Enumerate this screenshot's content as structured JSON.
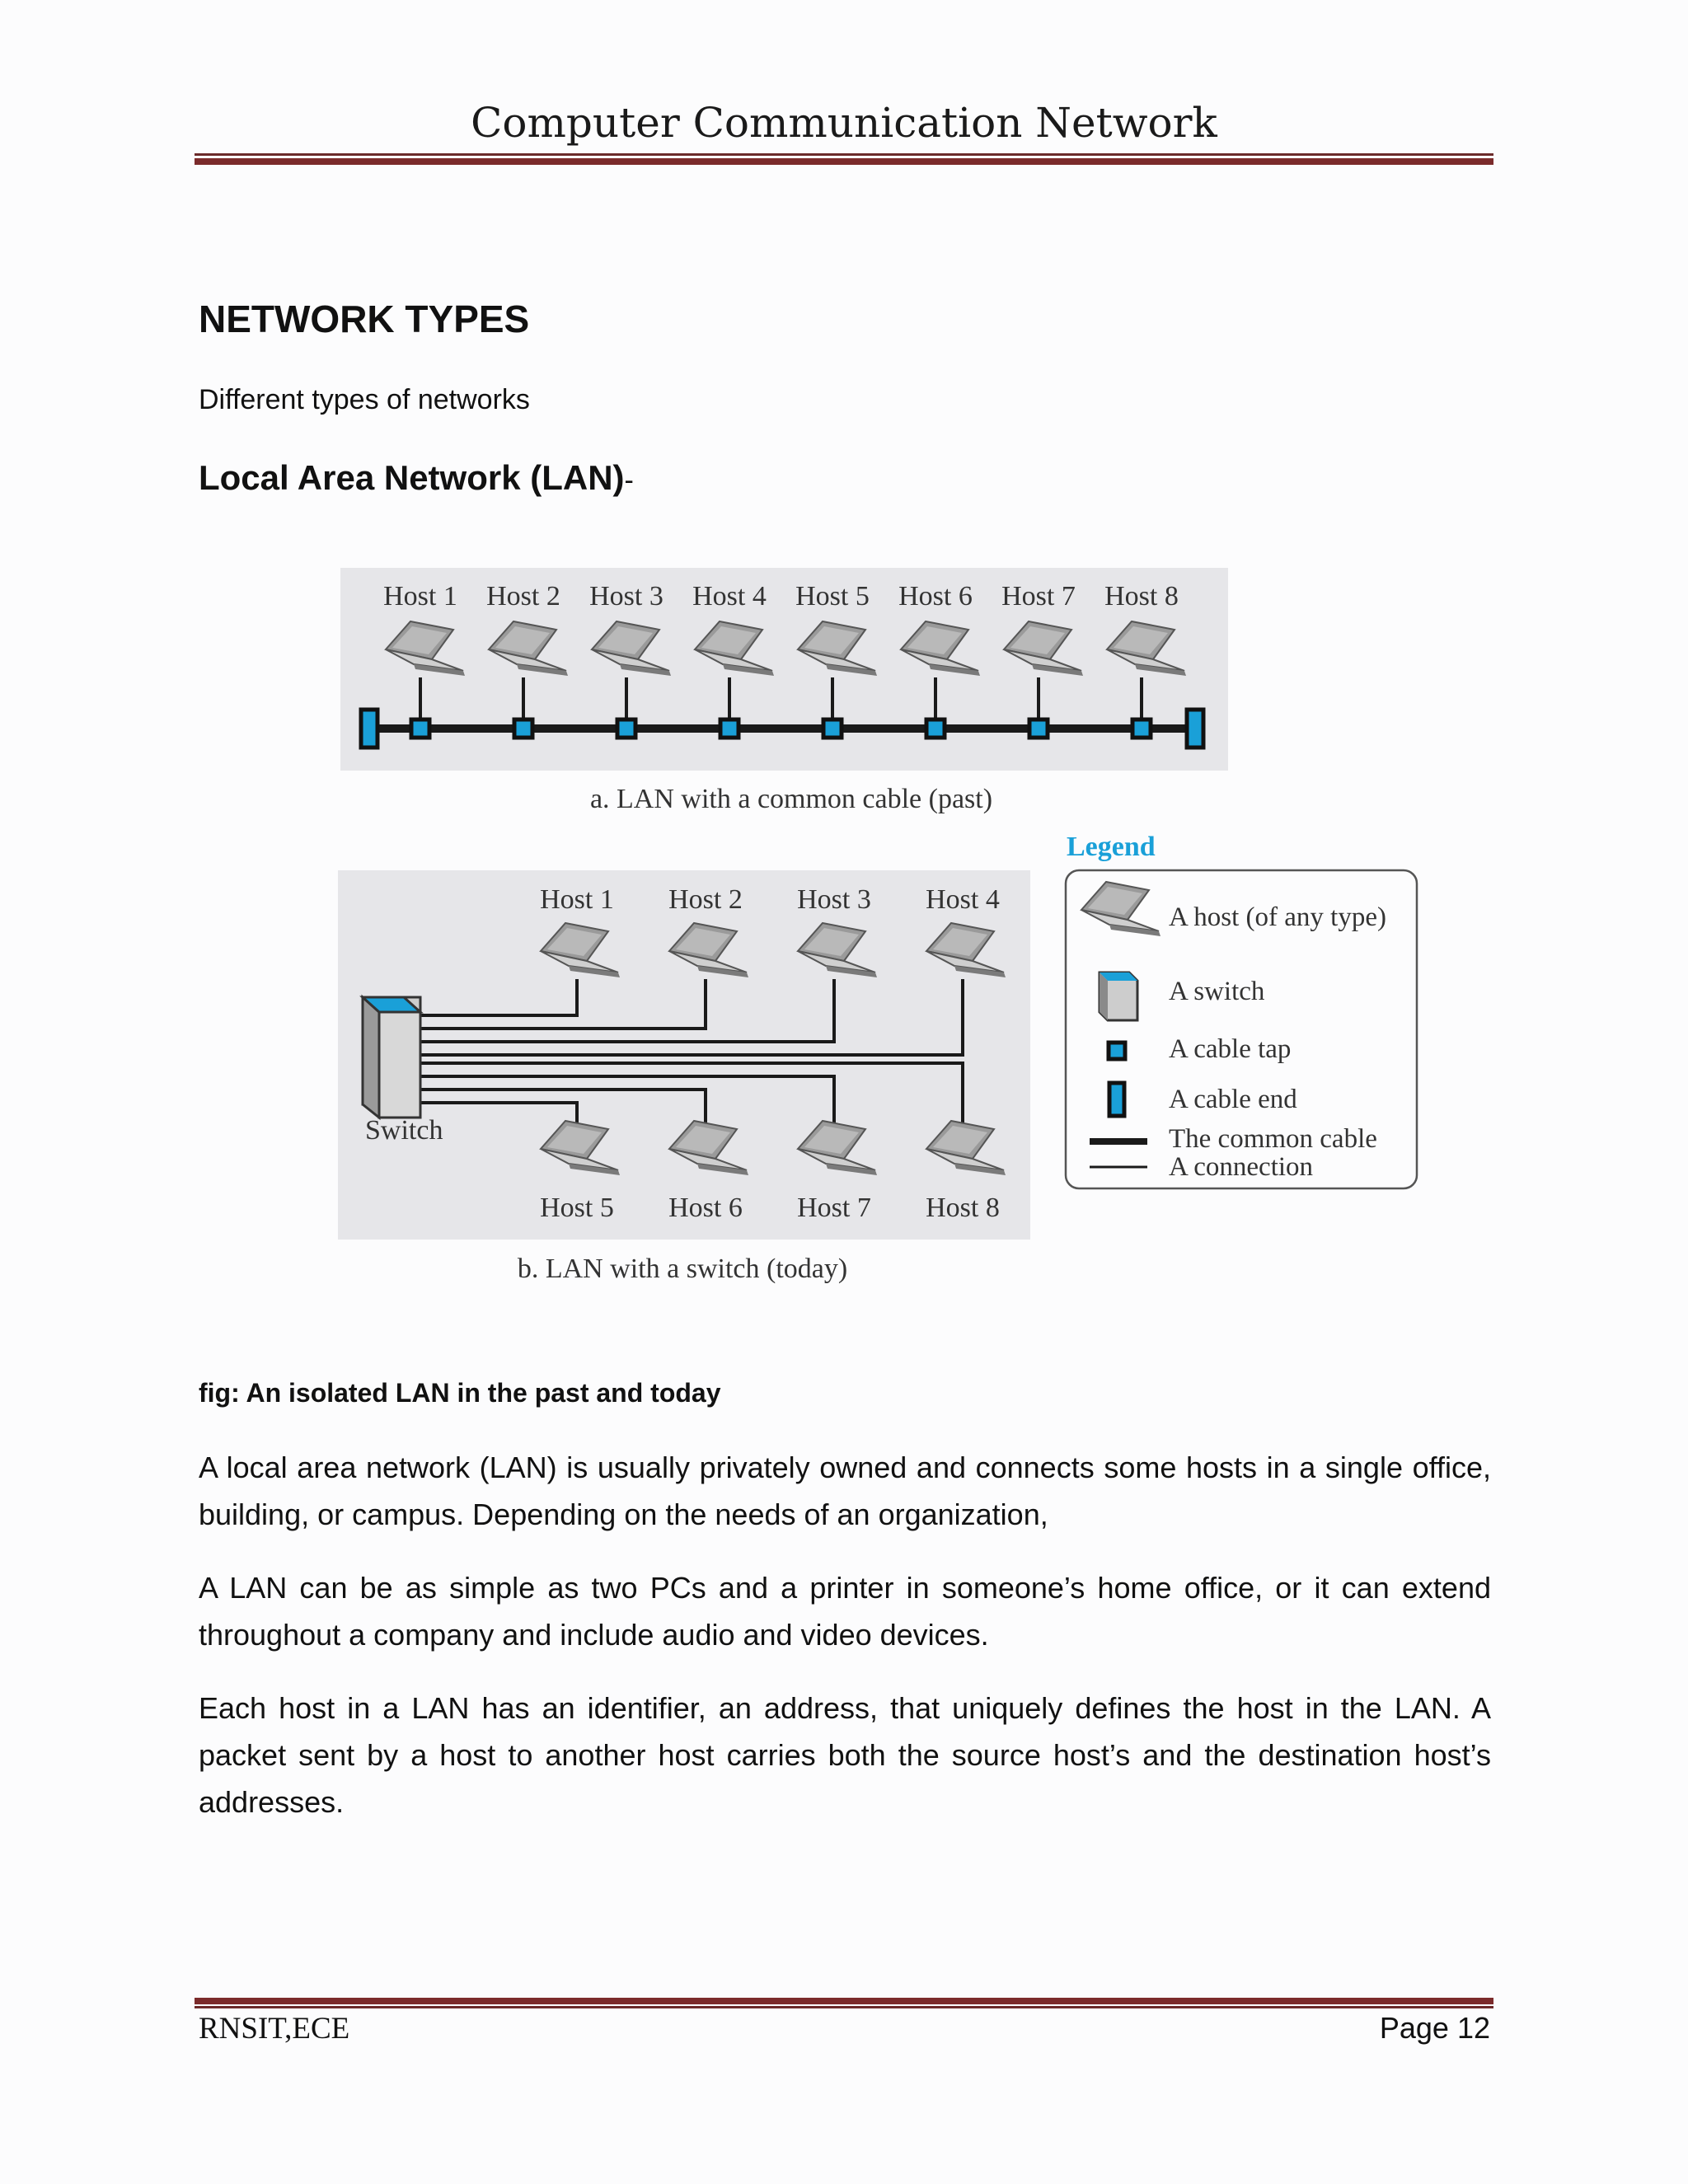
{
  "header": {
    "title": "Computer Communication Network"
  },
  "section": {
    "heading": "NETWORK TYPES",
    "intro": "Different types of networks",
    "subheading": "Local Area Network (LAN)",
    "subheading_suffix": "-"
  },
  "figure": {
    "diagram_a": {
      "hosts": [
        "Host 1",
        "Host 2",
        "Host 3",
        "Host 4",
        "Host 5",
        "Host 6",
        "Host 7",
        "Host 8"
      ],
      "caption": "a. LAN with a common cable (past)"
    },
    "diagram_b": {
      "top_hosts": [
        "Host 1",
        "Host 2",
        "Host 3",
        "Host 4"
      ],
      "bottom_hosts": [
        "Host 5",
        "Host 6",
        "Host 7",
        "Host 8"
      ],
      "switch_label": "Switch",
      "caption": "b. LAN with a switch (today)"
    },
    "legend": {
      "title": "Legend",
      "items": [
        "A host (of any type)",
        "A switch",
        "A cable tap",
        "A cable end",
        "The common cable",
        "A connection"
      ]
    },
    "caption": "fig: An isolated LAN in the past and today",
    "colors": {
      "accent": "#1aa0d8",
      "panel": "#e6e6e9",
      "cable": "#1a1a1a"
    }
  },
  "body": {
    "p1": "A local area network (LAN) is usually privately owned and connects some hosts in a single office, building, or campus. Depending on the needs of an organization,",
    "p2": " A LAN can be as simple as two PCs and a printer in someone’s home office, or it can extend throughout a company and include audio and video devices.",
    "p3": "Each host in a LAN has an identifier, an address, that uniquely defines the host in the LAN. A packet sent by a host to another host carries both the source host’s and the destination host’s addresses."
  },
  "footer": {
    "left": "RNSIT,ECE",
    "right": "Page 12"
  }
}
